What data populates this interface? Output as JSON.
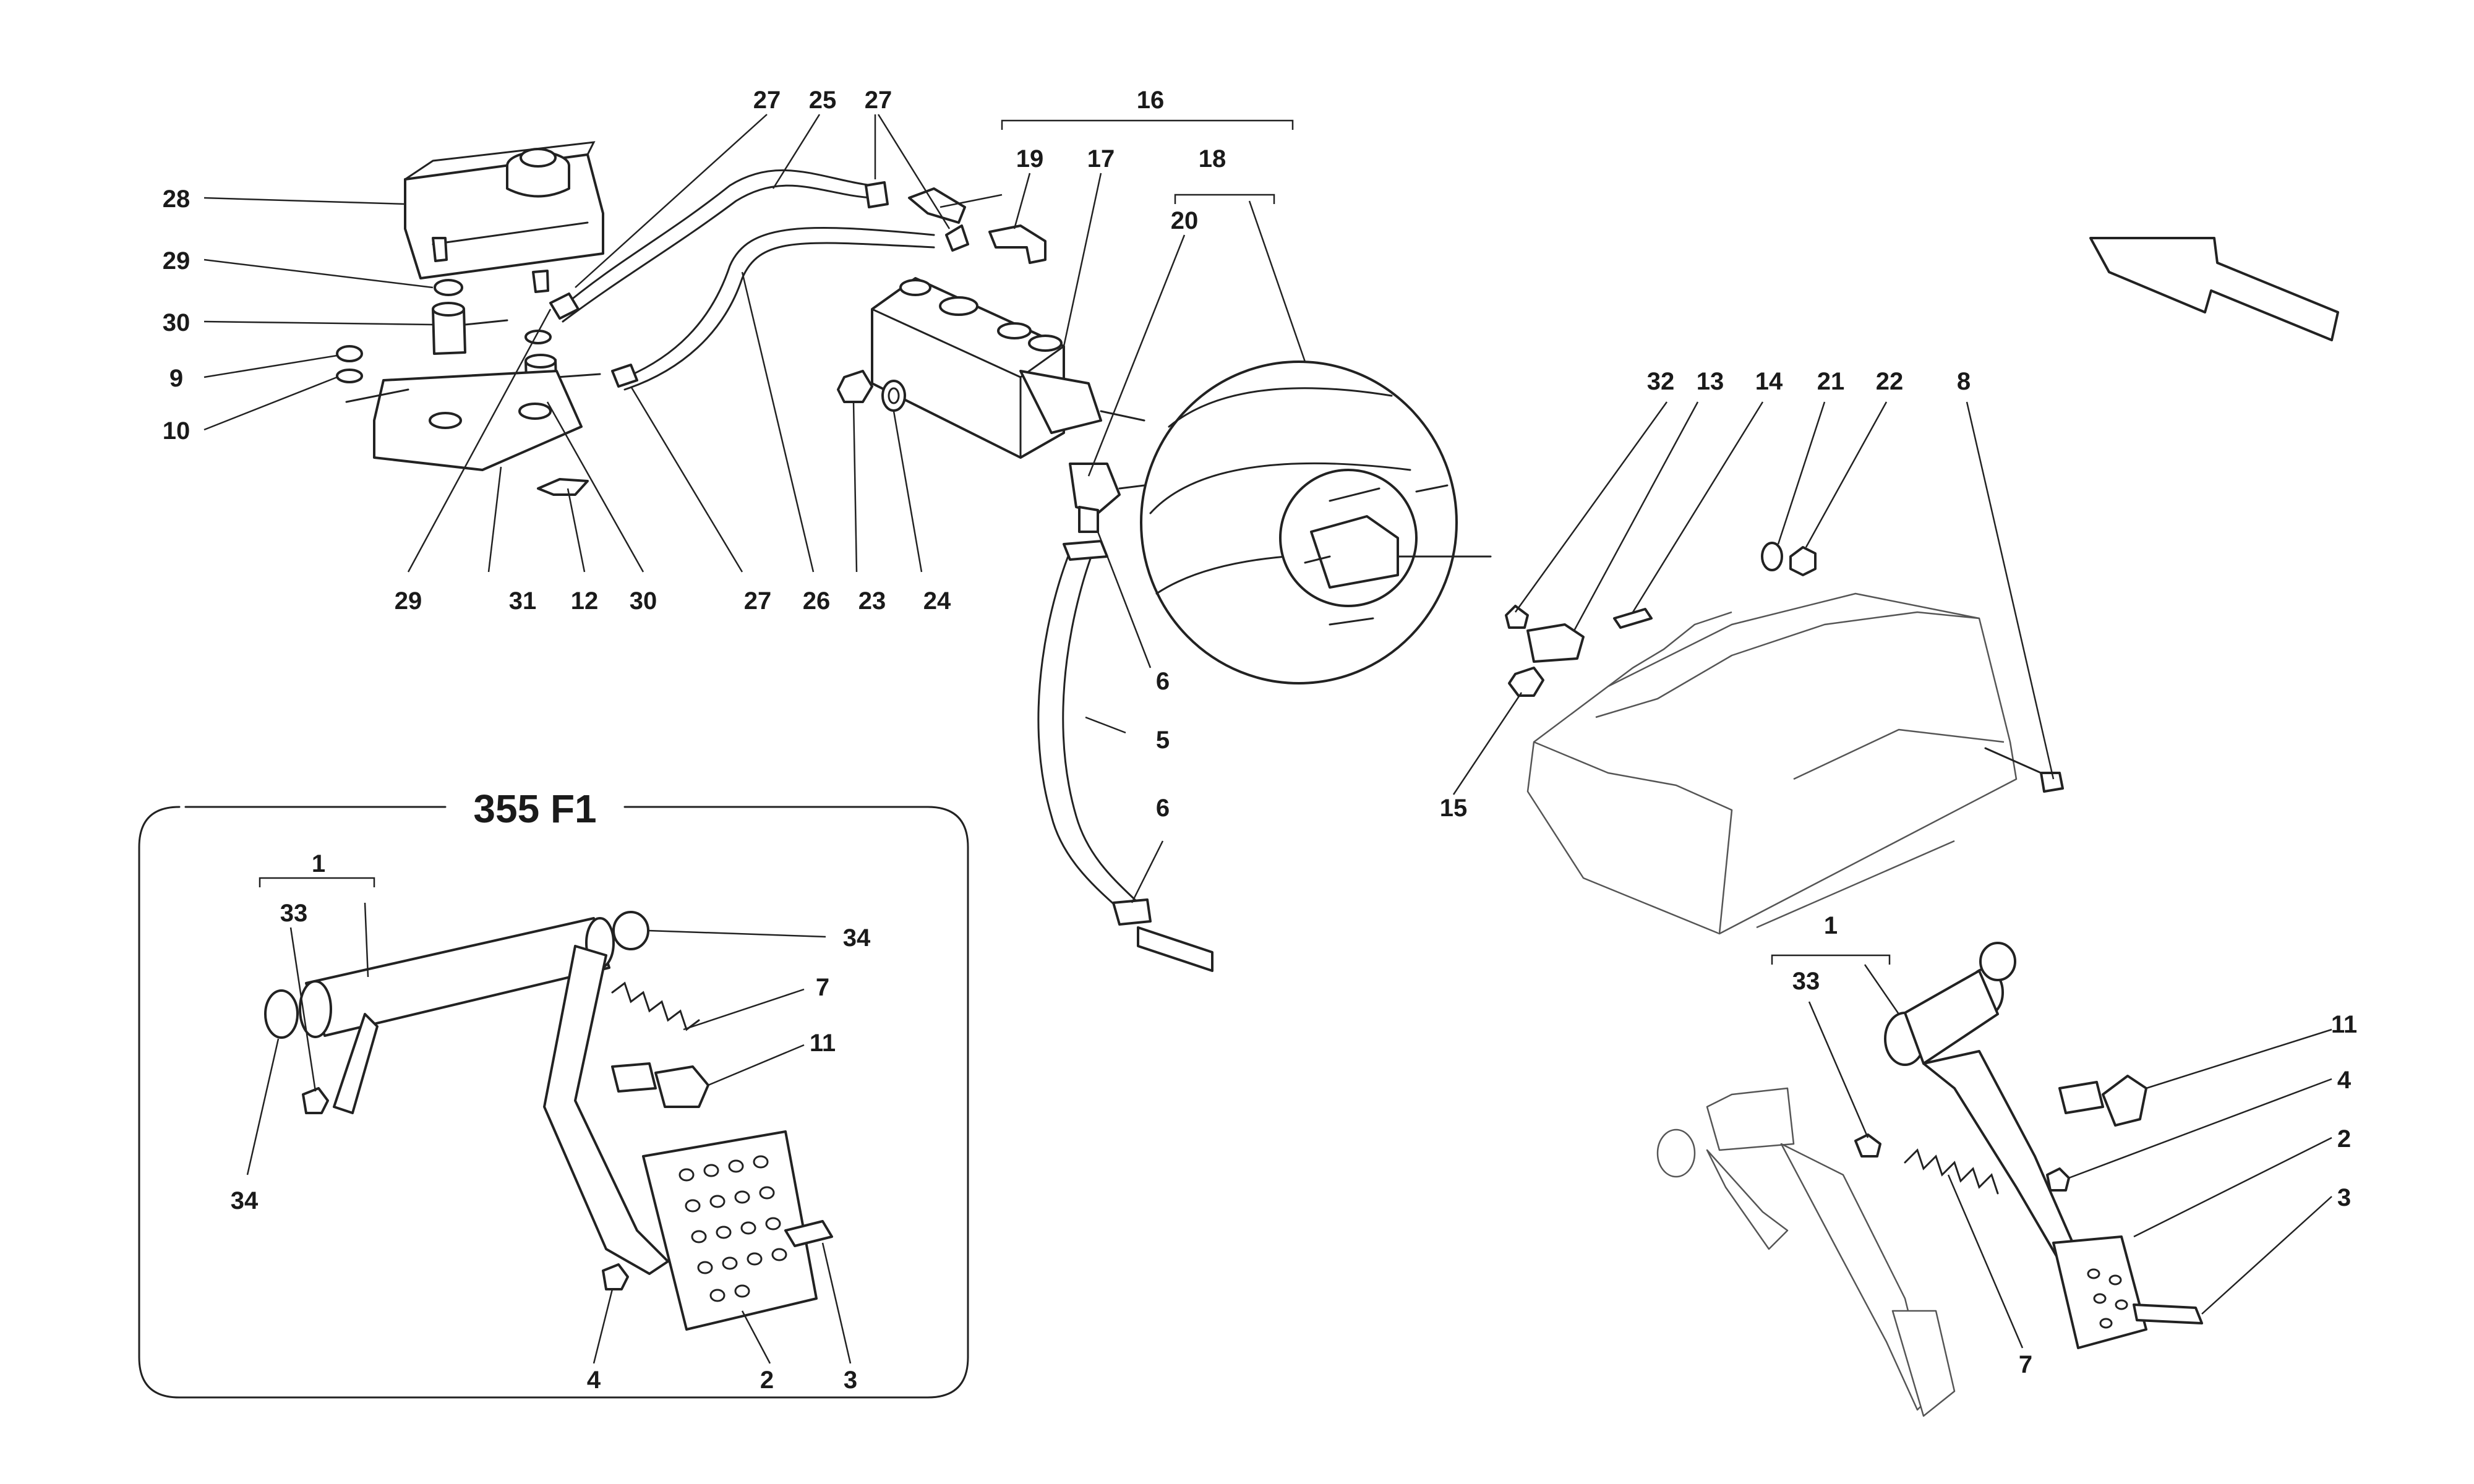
{
  "labels": {
    "l1a": "1",
    "l1b": "1",
    "l2a": "2",
    "l2b": "2",
    "l3a": "3",
    "l3b": "3",
    "l4a": "4",
    "l4b": "4",
    "l5": "5",
    "l6a": "6",
    "l6b": "6",
    "l7a": "7",
    "l7b": "7",
    "l8": "8",
    "l9": "9",
    "l10": "10",
    "l11a": "11",
    "l11b": "11",
    "l12": "12",
    "l13": "13",
    "l14": "14",
    "l15": "15",
    "l16": "16",
    "l17": "17",
    "l18": "18",
    "l19": "19",
    "l20": "20",
    "l21": "21",
    "l22": "22",
    "l23": "23",
    "l24": "24",
    "l25": "25",
    "l26": "26",
    "l27a": "27",
    "l27b": "27",
    "l27c": "27",
    "l28": "28",
    "l29a": "29",
    "l29b": "29",
    "l30a": "30",
    "l30b": "30",
    "l31": "31",
    "l32": "32",
    "l33a": "33",
    "l33b": "33",
    "l34a": "34",
    "l34b": "34"
  },
  "inset": {
    "title": "355 F1"
  },
  "icons": {
    "direction": "arrow-icon"
  }
}
